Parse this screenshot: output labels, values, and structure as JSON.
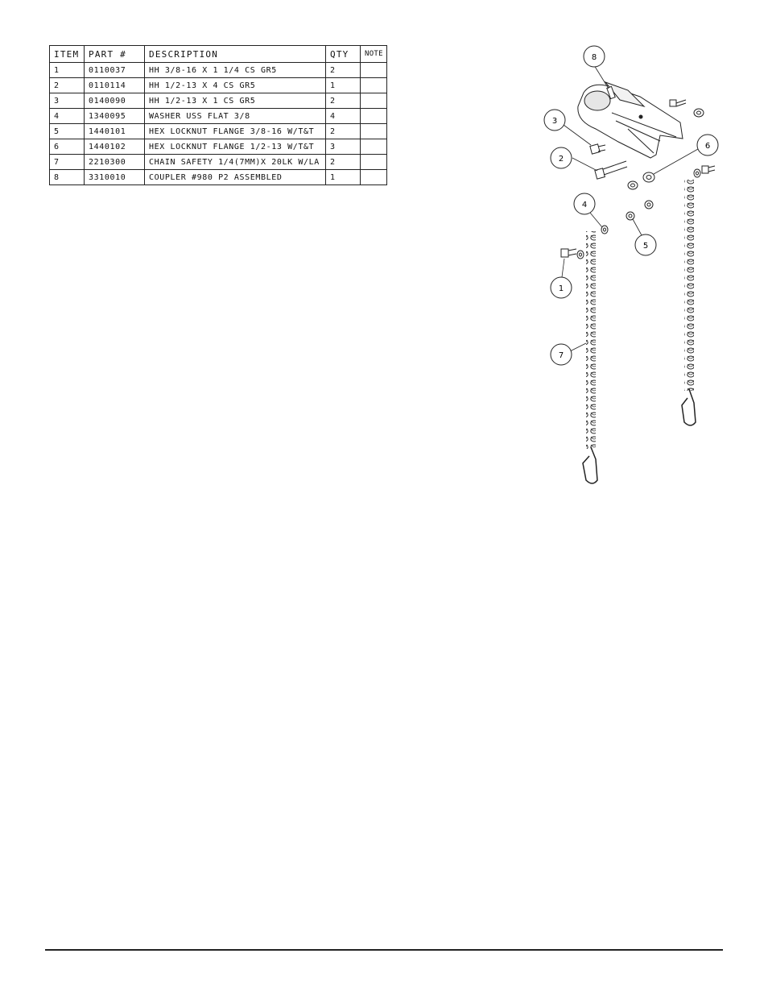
{
  "bom": {
    "headers": {
      "item": "ITEM",
      "part": "PART #",
      "description": "DESCRIPTION",
      "qty": "QTY",
      "note": "NOTE"
    },
    "rows": [
      {
        "item": "1",
        "part": "0110037",
        "description": "HH 3/8-16 X 1 1/4 CS GR5",
        "qty": "2",
        "note": ""
      },
      {
        "item": "2",
        "part": "0110114",
        "description": "HH 1/2-13 X 4 CS GR5",
        "qty": "1",
        "note": ""
      },
      {
        "item": "3",
        "part": "0140090",
        "description": "HH 1/2-13 X 1 CS GR5",
        "qty": "2",
        "note": ""
      },
      {
        "item": "4",
        "part": "1340095",
        "description": "WASHER USS FLAT 3/8",
        "qty": "4",
        "note": ""
      },
      {
        "item": "5",
        "part": "1440101",
        "description": "HEX LOCKNUT FLANGE 3/8-16 W/T&T",
        "qty": "2",
        "note": ""
      },
      {
        "item": "6",
        "part": "1440102",
        "description": "HEX LOCKNUT FLANGE 1/2-13 W/T&T",
        "qty": "3",
        "note": ""
      },
      {
        "item": "7",
        "part": "2210300",
        "description": "CHAIN SAFETY 1/4(7MM)X 20LK W/LA",
        "qty": "2",
        "note": ""
      },
      {
        "item": "8",
        "part": "3310010",
        "description": "COUPLER #980 P2 ASSEMBLED",
        "qty": "1",
        "note": ""
      }
    ]
  },
  "callouts": {
    "c1": "1",
    "c2": "2",
    "c3": "3",
    "c4": "4",
    "c5": "5",
    "c6": "6",
    "c7": "7",
    "c8": "8"
  }
}
